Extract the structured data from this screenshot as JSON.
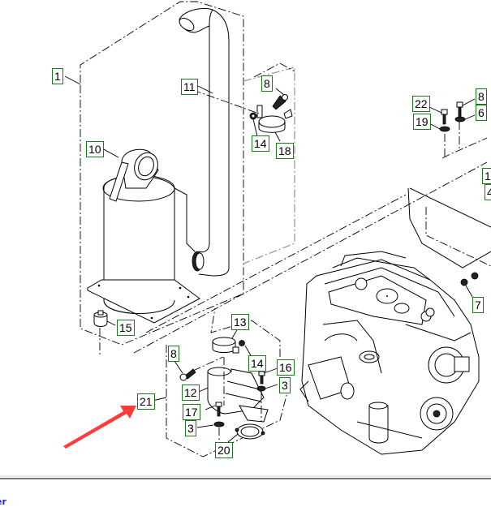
{
  "diagram": {
    "title": "Exhaust system parts diagram",
    "callouts": [
      {
        "id": "1",
        "label": "1"
      },
      {
        "id": "11",
        "label": "11"
      },
      {
        "id": "8a",
        "label": "8"
      },
      {
        "id": "14a",
        "label": "14"
      },
      {
        "id": "18",
        "label": "18"
      },
      {
        "id": "10",
        "label": "10"
      },
      {
        "id": "22",
        "label": "22"
      },
      {
        "id": "8b",
        "label": "8"
      },
      {
        "id": "19",
        "label": "19"
      },
      {
        "id": "6",
        "label": "6"
      },
      {
        "id": "1x",
        "label": "1"
      },
      {
        "id": "4x",
        "label": "4"
      },
      {
        "id": "7",
        "label": "7"
      },
      {
        "id": "15",
        "label": "15"
      },
      {
        "id": "13",
        "label": "13"
      },
      {
        "id": "8c",
        "label": "8"
      },
      {
        "id": "14b",
        "label": "14"
      },
      {
        "id": "16",
        "label": "16"
      },
      {
        "id": "3a",
        "label": "3"
      },
      {
        "id": "12",
        "label": "12"
      },
      {
        "id": "21",
        "label": "21"
      },
      {
        "id": "17",
        "label": "17"
      },
      {
        "id": "3b",
        "label": "3"
      },
      {
        "id": "20",
        "label": "20"
      }
    ],
    "highlight_arrow_color": "#ff3b3b",
    "highlighted_callout": "21",
    "callout_border_color": "#1a7a1a"
  },
  "footer": {
    "link_text": "er"
  }
}
